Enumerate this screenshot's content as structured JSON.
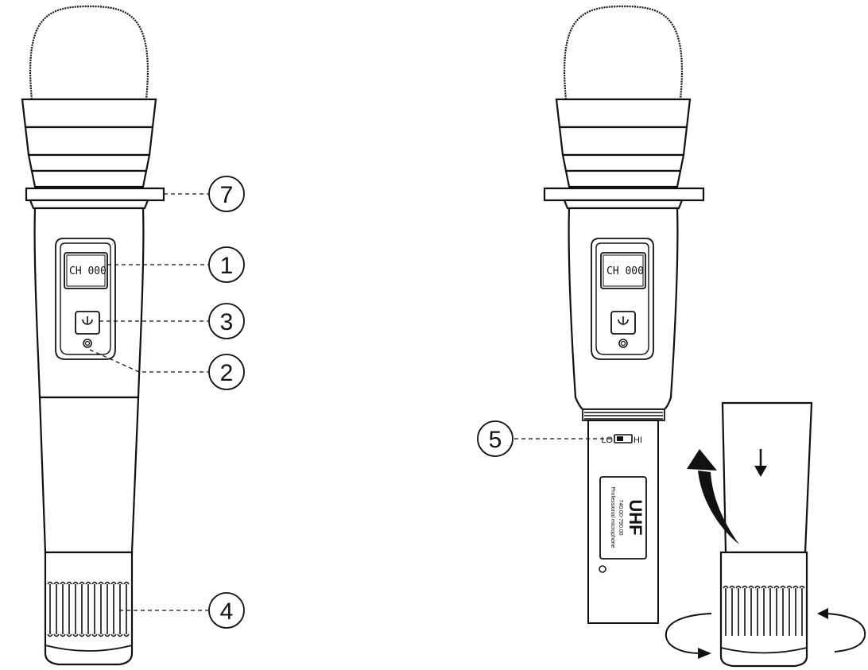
{
  "left_mic": {
    "lcd_text": "CH 000",
    "callouts": [
      "7",
      "1",
      "3",
      "2",
      "4"
    ]
  },
  "right_mic": {
    "lcd_text": "CH 000",
    "callouts": [
      "5"
    ],
    "switch_lo_label": "LO",
    "switch_hi_label": "HI",
    "sticker_title": "UHF",
    "sticker_freq": "740.00-790.00",
    "sticker_subtitle": "Professional microphone"
  },
  "icons": [
    "power-icon",
    "down-arrow-icon",
    "curved-arrow-icon",
    "rotate-arrow-icon"
  ]
}
